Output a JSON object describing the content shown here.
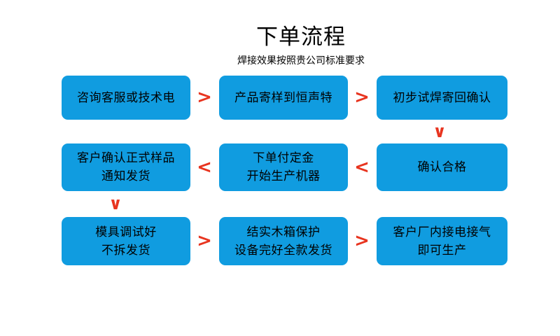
{
  "header": {
    "title": "下单流程",
    "subtitle": "焊接效果按照贵公司标准要求"
  },
  "colors": {
    "box_fill": "#109ce0",
    "arrow": "#e8341f",
    "text": "#000000",
    "background": "#ffffff"
  },
  "flow": {
    "rows": [
      {
        "boxes": [
          {
            "lines": [
              "咨询客服或技术电"
            ]
          },
          {
            "lines": [
              "产品寄样到恒声特"
            ]
          },
          {
            "lines": [
              "初步试焊寄回确认"
            ]
          }
        ],
        "connectors": [
          {
            "glyph": ">",
            "direction": "right"
          },
          {
            "glyph": ">",
            "direction": "right"
          }
        ]
      },
      {
        "boxes": [
          {
            "lines": [
              "客户确认正式样品",
              "通知发货"
            ]
          },
          {
            "lines": [
              "下单付定金",
              "开始生产机器"
            ]
          },
          {
            "lines": [
              "确认合格"
            ]
          }
        ],
        "connectors": [
          {
            "glyph": "<",
            "direction": "left"
          },
          {
            "glyph": "<",
            "direction": "left"
          }
        ]
      },
      {
        "boxes": [
          {
            "lines": [
              "模具调试好",
              "不拆发货"
            ]
          },
          {
            "lines": [
              "结实木箱保护",
              "设备完好全款发货"
            ]
          },
          {
            "lines": [
              "客户厂内接电接气",
              "即可生产"
            ]
          }
        ],
        "connectors": [
          {
            "glyph": ">",
            "direction": "right"
          },
          {
            "glyph": ">",
            "direction": "right"
          }
        ]
      }
    ],
    "vertical_connectors": [
      {
        "glyph": "∨",
        "direction": "down",
        "from": "初步试焊寄回确认",
        "to": "确认合格"
      },
      {
        "glyph": "∨",
        "direction": "down",
        "from": "客户确认正式样品 通知发货",
        "to": "模具调试好 不拆发货"
      }
    ]
  }
}
